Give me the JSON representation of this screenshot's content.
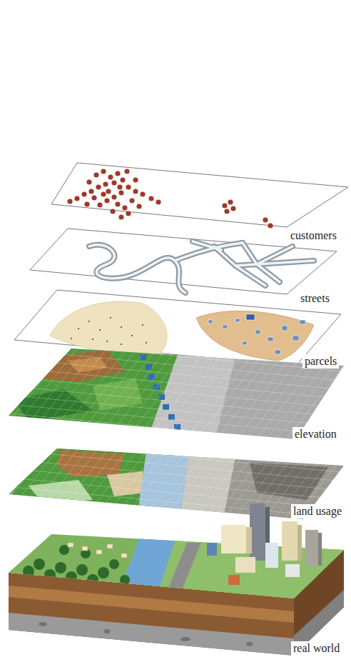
{
  "diagram": {
    "labels": [
      "customers",
      "streets",
      "parcels",
      "elevation",
      "land usage",
      "real world"
    ]
  }
}
